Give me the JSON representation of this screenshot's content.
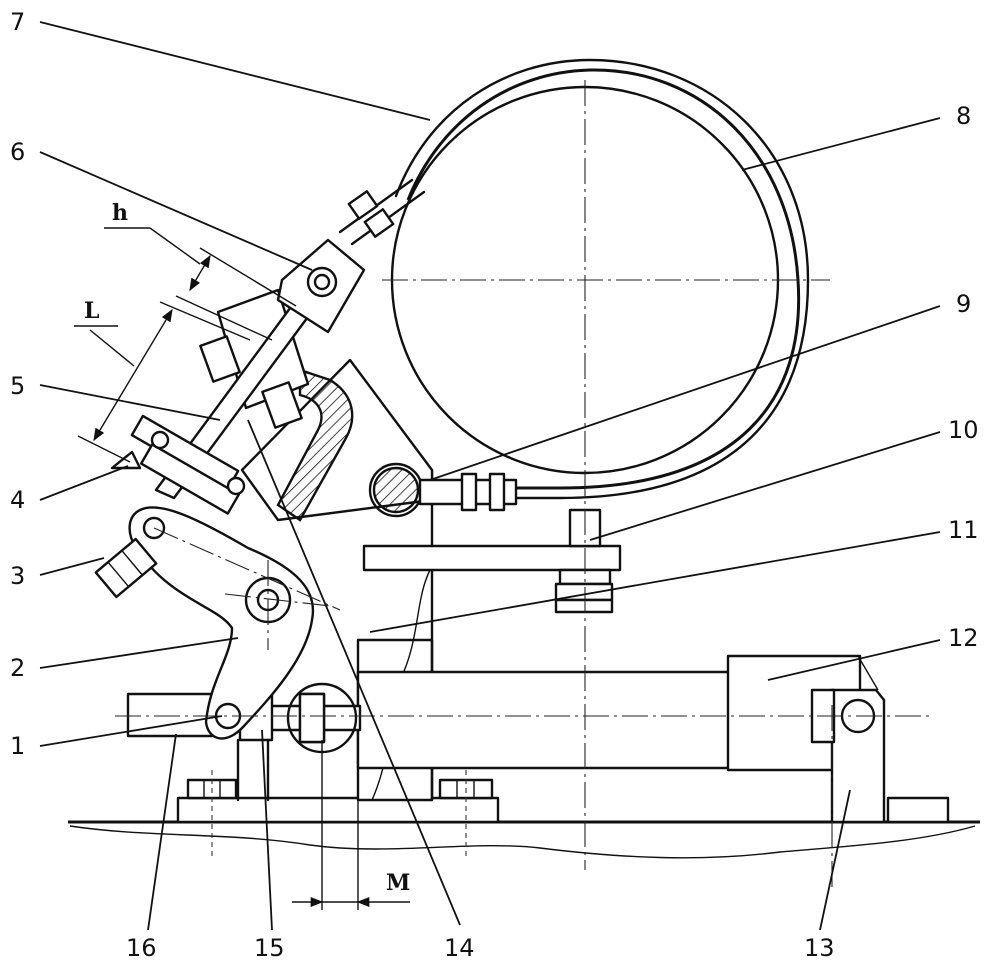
{
  "labels": {
    "n1": "1",
    "n2": "2",
    "n3": "3",
    "n4": "4",
    "n5": "5",
    "n6": "6",
    "n7": "7",
    "n8": "8",
    "n9": "9",
    "n10": "10",
    "n11": "11",
    "n12": "12",
    "n13": "13",
    "n14": "14",
    "n15": "15",
    "n16": "16"
  },
  "dimensions": {
    "h": "h",
    "L": "L",
    "M": "M"
  }
}
